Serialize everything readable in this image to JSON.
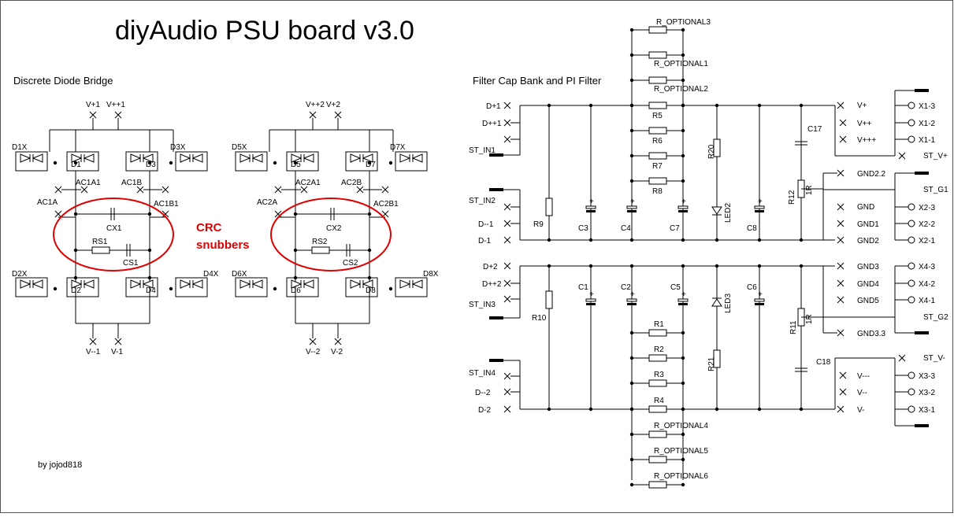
{
  "title": "diyAudio PSU board v3.0",
  "sections": {
    "bridge": "Discrete Diode Bridge",
    "filter": "Filter Cap Bank and PI Filter"
  },
  "annotation": {
    "line1": "CRC",
    "line2": "snubbers",
    "color": "#e00000"
  },
  "author": "by jojod818",
  "bridge1": {
    "top_rails": [
      "V+1",
      "V++1"
    ],
    "bottom_rails": [
      "V--1",
      "V-1"
    ],
    "diodes": [
      "D1X",
      "D1",
      "D3",
      "D3X",
      "D2X",
      "D2",
      "D4",
      "D4X"
    ],
    "ac": [
      "AC1A",
      "AC1A1",
      "AC1B",
      "AC1B1"
    ],
    "snubber": [
      "CX1",
      "RS1",
      "CS1"
    ]
  },
  "bridge2": {
    "top_rails": [
      "V++2",
      "V+2"
    ],
    "bottom_rails": [
      "V--2",
      "V-2"
    ],
    "diodes": [
      "D5X",
      "D5",
      "D7",
      "D7X",
      "D6X",
      "D6",
      "D8",
      "D8X"
    ],
    "ac": [
      "AC2A",
      "AC2A1",
      "AC2B",
      "AC2B1"
    ],
    "snubber": [
      "CX2",
      "RS2",
      "CS2"
    ]
  },
  "filter": {
    "left_pos": [
      "D+1",
      "D++1",
      "ST_IN1",
      "ST_IN2",
      "D--1",
      "D-1"
    ],
    "left_neg": [
      "D+2",
      "D++2",
      "ST_IN3",
      "ST_IN4",
      "D--2",
      "D-2"
    ],
    "r_optional_top": [
      "R_OPTIONAL3",
      "R_OPTIONAL1",
      "R_OPTIONAL2"
    ],
    "r_optional_bot": [
      "R_OPTIONAL4",
      "R_OPTIONAL5",
      "R_OPTIONAL6"
    ],
    "r_top": [
      "R5",
      "R6",
      "R7",
      "R8"
    ],
    "r_bot": [
      "R1",
      "R2",
      "R3",
      "R4"
    ],
    "caps_top": [
      "C3",
      "C4",
      "C7",
      "C8"
    ],
    "caps_bot": [
      "C1",
      "C2",
      "C5",
      "C6"
    ],
    "others": [
      "R9",
      "R10",
      "R20",
      "R21",
      "LED2",
      "LED3",
      "C17",
      "C18",
      "R12",
      "R11",
      "1R",
      "1R"
    ],
    "right_pos": [
      "V+",
      "V++",
      "V+++",
      "ST_V+"
    ],
    "x1": [
      "X1-3",
      "X1-2",
      "X1-1"
    ],
    "gnd_top": [
      "GND2.2",
      "ST_G1",
      "GND",
      "GND1",
      "GND2"
    ],
    "x2": [
      "X2-3",
      "X2-2",
      "X2-1"
    ],
    "gnd_bot": [
      "GND3",
      "GND4",
      "GND5",
      "ST_G2",
      "GND3.3"
    ],
    "x4": [
      "X4-3",
      "X4-2",
      "X4-1"
    ],
    "right_neg": [
      "ST_V-",
      "V---",
      "V--",
      "V-"
    ],
    "x3": [
      "X3-3",
      "X3-2",
      "X3-1"
    ]
  }
}
